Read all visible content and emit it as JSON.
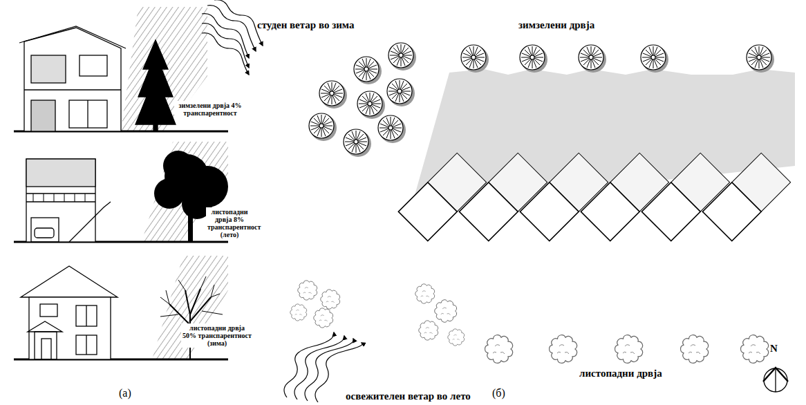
{
  "diagram": {
    "labels": [
      "зимзелени дрвја 4% транспарентност",
      "листопадни дрвја 8% транспарентност (лето)",
      "листопадни дрвја 50% транспарентност (зима)",
      "студен ветар во зима",
      "зимзелени дрвја",
      "освежителен ветар во лето",
      "листопадни дрвја",
      "N",
      "(а)",
      "(б)"
    ]
  }
}
